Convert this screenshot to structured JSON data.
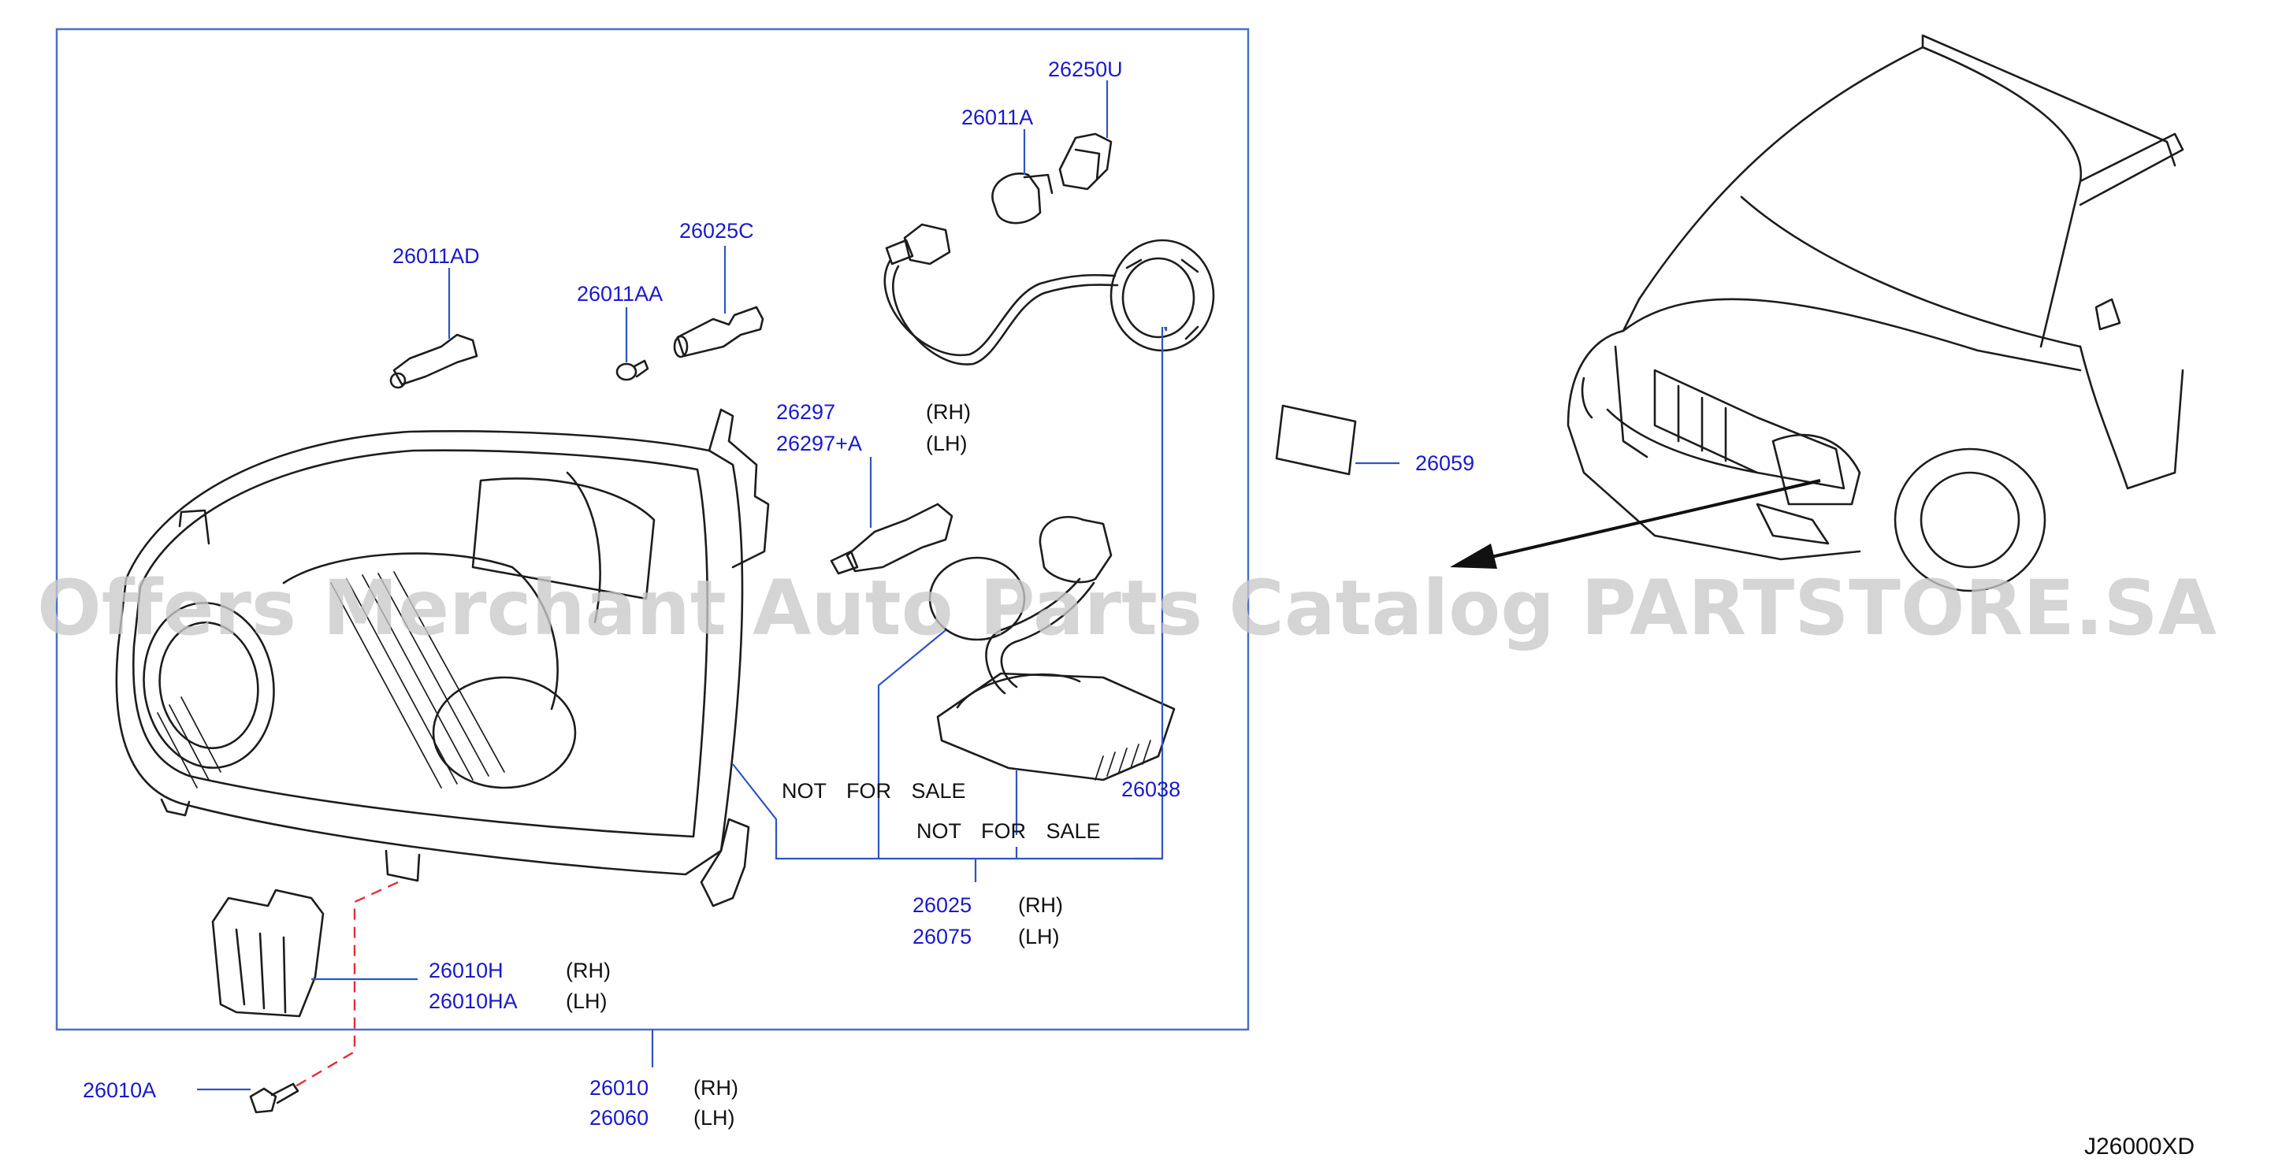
{
  "diagram": {
    "code": "J26000XD",
    "watermark": "Offers Merchant Auto Parts Catalog PARTSTORE.SA",
    "not_for_sale": "NOT FOR SALE",
    "side_rh": "(RH)",
    "side_lh": "(LH)"
  },
  "parts": {
    "p26250U": "26250U",
    "p26011A": "26011A",
    "p26025C": "26025C",
    "p26011AD": "26011AD",
    "p26011AA": "26011AA",
    "p26297": "26297",
    "p26297A": "26297+A",
    "p26059": "26059",
    "p26038": "26038",
    "p26025": "26025",
    "p26075": "26075",
    "p26010H": "26010H",
    "p26010HA": "26010HA",
    "p26010A": "26010A",
    "p26010": "26010",
    "p26060": "26060"
  }
}
